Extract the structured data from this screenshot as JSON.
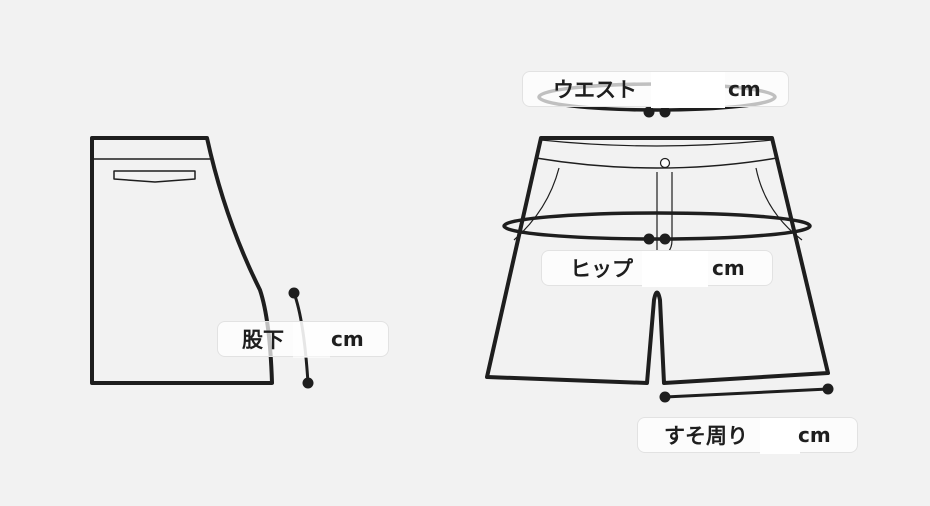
{
  "measurements": {
    "waist": {
      "label": "ウエスト",
      "value": "",
      "unit": "cm"
    },
    "hip": {
      "label": "ヒップ",
      "value": "",
      "unit": "cm"
    },
    "inseam": {
      "label": "股下",
      "value": "",
      "unit": "cm"
    },
    "hem": {
      "label": "すそ周り",
      "value": "",
      "unit": "cm"
    }
  },
  "colors": {
    "line": "#1e1e1e",
    "background": "#f2f2f2"
  }
}
